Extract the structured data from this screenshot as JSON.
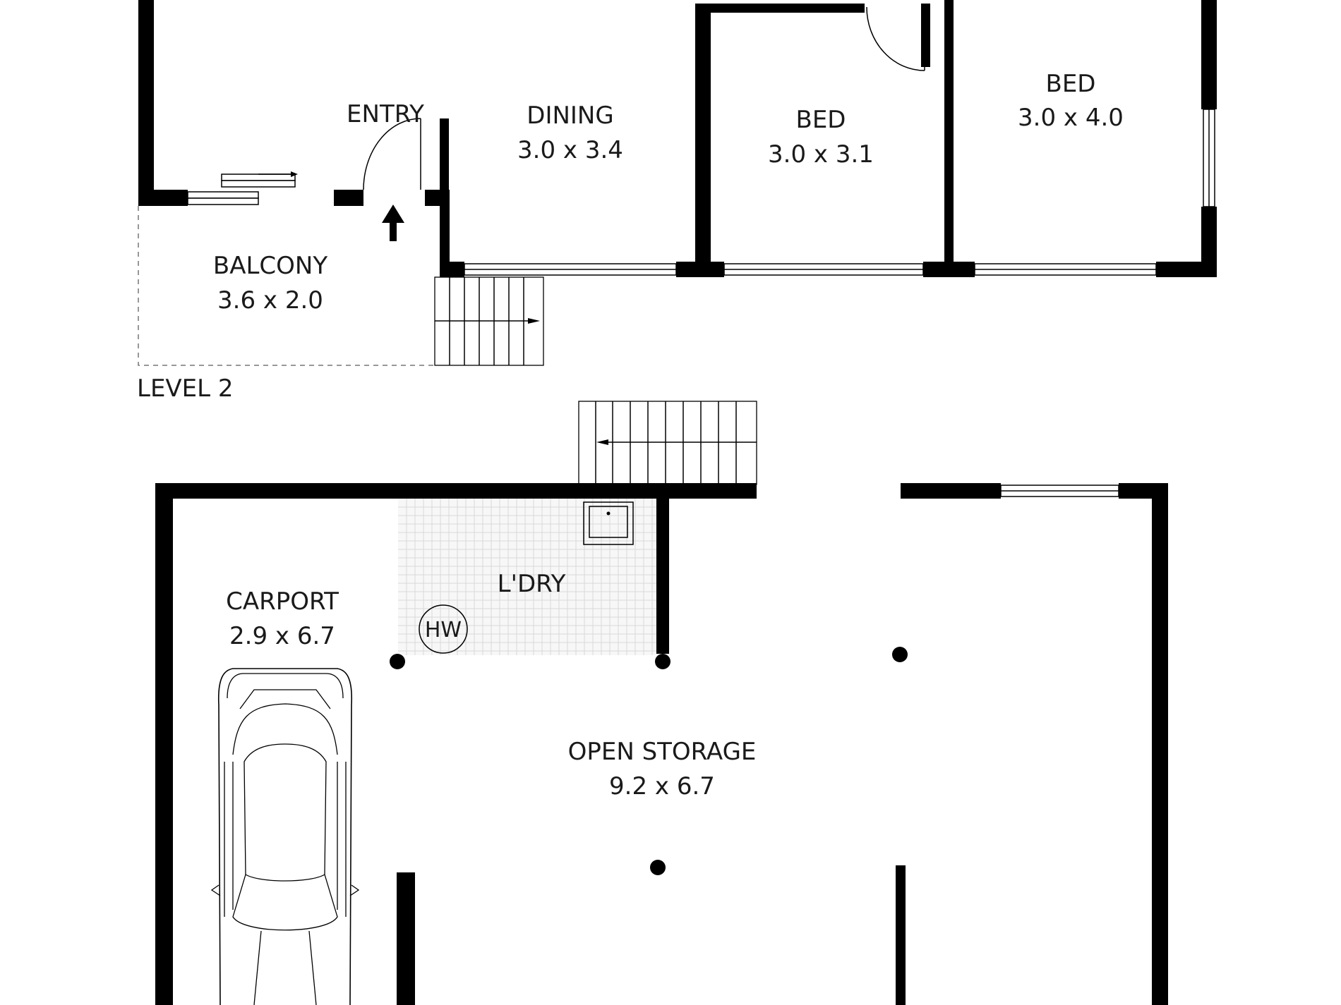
{
  "level_label": "LEVEL 2",
  "rooms": {
    "entry": {
      "name": "ENTRY"
    },
    "dining": {
      "name": "DINING",
      "size": "3.0 x 3.4"
    },
    "bed_1": {
      "name": "BED",
      "size": "3.0 x 3.1"
    },
    "bed_2": {
      "name": "BED",
      "size": "3.0 x 4.0"
    },
    "balcony": {
      "name": "BALCONY",
      "size": "3.6 x 2.0"
    },
    "carport": {
      "name": "CARPORT",
      "size": "2.9 x 6.7"
    },
    "laundry": {
      "name": "L'DRY"
    },
    "open_storage": {
      "name": "OPEN STORAGE",
      "size": "9.2 x 6.7"
    }
  },
  "fixtures": {
    "hot_water": "HW"
  },
  "colors": {
    "wall": "#000000",
    "text": "#1a1a1a",
    "tile_grid": "#d9d9d9",
    "background": "#ffffff"
  }
}
